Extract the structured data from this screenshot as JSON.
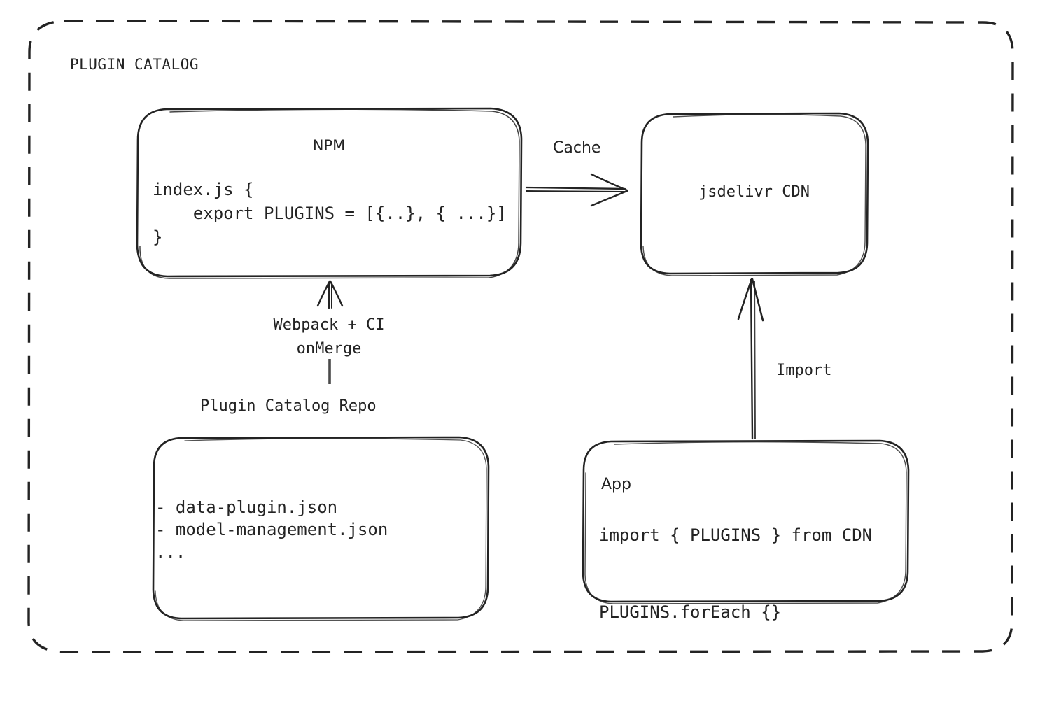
{
  "diagram": {
    "title": "PLUGIN CATALOG",
    "boundary": {
      "style": "dashed",
      "color": "#232323"
    },
    "stroke_color": "#232323",
    "text_color": "#232323",
    "background": "#ffffff",
    "nodes": {
      "npm": {
        "title": "NPM",
        "code": "index.js {\n    export PLUGINS = [{..}, { ...}]\n}"
      },
      "cdn": {
        "title": "jsdelivr CDN"
      },
      "repo": {
        "label": "Plugin Catalog Repo",
        "code": "- data-plugin.json\n- model-management.json\n..."
      },
      "app": {
        "title": "App",
        "code": "import { PLUGINS } from CDN\n\nPLUGINS.forEach {}"
      }
    },
    "edges": {
      "npm_to_cdn": {
        "label": "Cache",
        "direction": "right"
      },
      "repo_to_npm": {
        "label": "Webpack + CI\nonMerge",
        "direction": "up"
      },
      "app_to_cdn": {
        "label": "Import",
        "direction": "up"
      }
    }
  }
}
